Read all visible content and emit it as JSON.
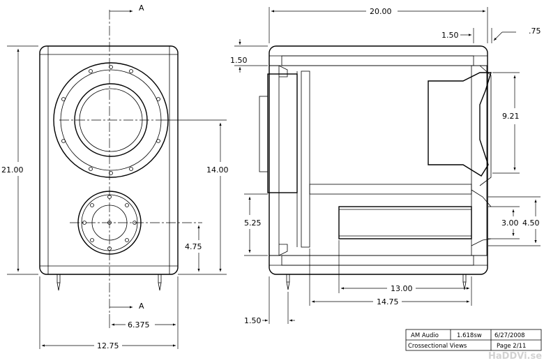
{
  "section": {
    "marker": "A"
  },
  "dimensions": {
    "front_height": "21.00",
    "front_width": "12.75",
    "woofer_center_height": "14.00",
    "tweeter_center_height": "4.75",
    "center_offset": "6.375",
    "overall_depth": "20.00",
    "panel_thickness_top": "1.50",
    "baffle_recess": ".75",
    "panel_thickness_left": "1.50",
    "driver_opening": "9.21",
    "port_height": "5.25",
    "port_depth_inner": "3.00",
    "port_depth_outer": "4.50",
    "port_length": "13.00",
    "internal_depth": "14.75",
    "foot_offset": "1.50"
  },
  "title_block": {
    "company": "AM Audio",
    "file": "1.618sw",
    "date": "6/27/2008",
    "title": "Crossectional Views",
    "page": "Page 2/11"
  },
  "watermark": "HaDDVi.se"
}
